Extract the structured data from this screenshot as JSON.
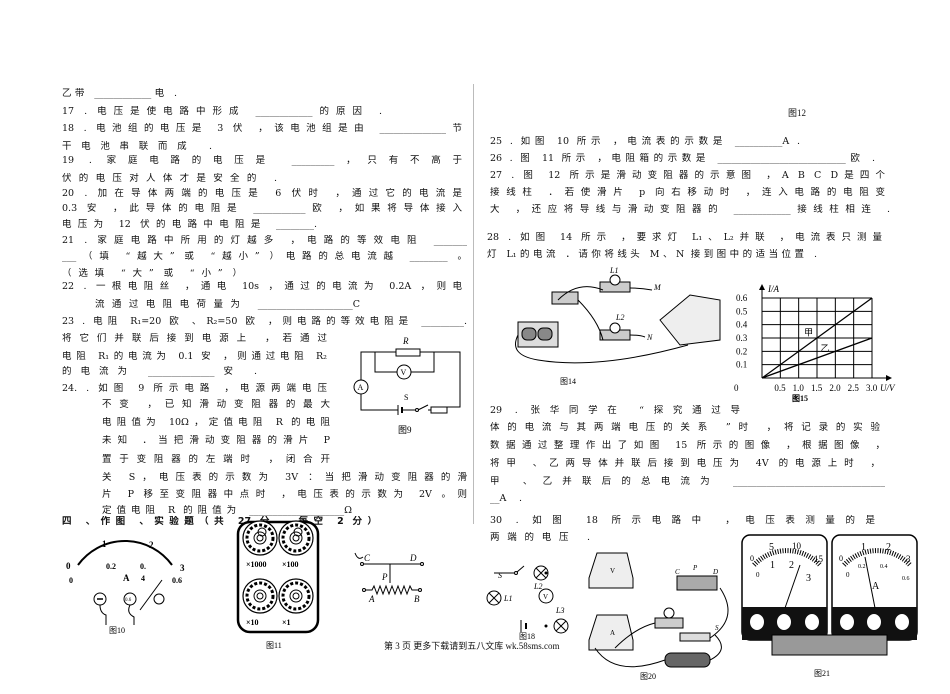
{
  "left": {
    "lines": [
      "乙带 ____________电 .",
      "17 . 电压是使电路中形成 ____________的原因 .",
      "18 . 电池组的电压是 3 伏 ，该电池组是由 ______________节",
      "干电池串联而成 .",
      "19 . 家庭电路的电压是 _________，只有不高于",
      "伏的电压对人体才是安全的 .",
      "20 . 加在导体两端的电压是 6 伏时 ，通过它的电流是",
      "0.3 安 ，此导体的电阻是 ___________欧 ，如果将导体接入",
      "电压为 12 伏的电路中电阻是 ________.",
      "21 . 家庭电路中所用的灯越多 ，电路的等效电阻 _______",
      "___（填 “越大” 或 “越小” ）电路的总电流越 ________ 。",
      "（选填 “大” 或 “小” ）",
      "22 . 一根电阻丝 ，通电 10s ，通过的电流为 0.2A ，则电",
      "流通过电阻电荷量为 ____________________C",
      "23 . 电阻 R₁=20 欧 、R₂=50 欧 ，则电路的等效电阻是 _________.",
      "将它们并联后接到电源上 ，若通过",
      "电阻 R₁的电流为 0.1 安 ，则通过电阻 R₂",
      "的电流为 ______________安 .",
      "24. . 如图 9 所示电路 ，电源两端电压",
      "不变 ，已知滑动变阻器的最大",
      "电阻值为 10Ω，定值电阻 R 的电阻",
      "未知 ．当把滑动变阻器的滑片 P",
      "置于变阻器的左端时 ，闭合开",
      "关 S，电压表的示数为 3V ：当把滑动变阻器的滑",
      "片 P 移至变阻器中点时 ，电压表的示数为 2V 。则",
      "定值电阻 R 的阻值为 ____________________Ω",
      "四 、作图 、实验题（共 27 分 ，每空 2 分）"
    ]
  },
  "right": {
    "lines": [
      "25 . 如图 10 所示 ，电流表的示数是 __________A .",
      "26 . 图 11 所示 ，电阻箱的示数是 ___________________________欧 .",
      "27 . 图 12 所示是滑动变阻器的示意图 ，A B C D是四个",
      "接线柱 ．若使滑片 p 向右移动时 ，连入电路的电阻变",
      "大 ，还应将导线与滑动变阻器的 ____________接线柱相连 .",
      "28 . 如图 14 所示 ，要求灯 L₁、L₂并联 ，电流表只测量",
      "灯 L₁的电流 ．请你将线头 M、N 接到图中的适当位置 .",
      "29 . 张华同学在 “探究通过导",
      "体的电流与其两端电压的关系 ”时 ，将记录的实验",
      "数据通过整理作出了如图 15 所示的图像 ，根据图像 ，",
      "将甲 、乙两导体并联后接到电压为 4V 的电源上时 ，",
      "甲 、乙并联后的总电流为 ________________________________",
      "__A .",
      "30 . 如图 18 所示电路中 ，电压表测量的是",
      "两端的电压 ."
    ]
  },
  "figures": {
    "fig9": {
      "caption": "图9",
      "R": "R",
      "A": "A",
      "V": "V",
      "S": "S"
    },
    "fig10": {
      "caption": "图10",
      "top_ticks": [
        "0",
        "1",
        "2",
        "3"
      ],
      "bottom_ticks": [
        "0",
        "0.2",
        "0.",
        "4",
        "0.6"
      ],
      "unit": "A",
      "term_mid": "0.6"
    },
    "fig11": {
      "caption": "图11",
      "dials": [
        "×1000",
        "×100",
        "×10",
        "×1"
      ]
    },
    "fig12": {
      "caption": "图12",
      "C": "C",
      "D": "D",
      "P": "P",
      "A": "A",
      "B": "B"
    },
    "fig14": {
      "caption": "图14",
      "L1": "L1",
      "L2": "L2",
      "M": "M",
      "N": "N"
    },
    "fig15": {
      "caption": "图15",
      "label_jia": "甲",
      "label_yi": "乙"
    },
    "fig18": {
      "caption": "图18",
      "S": "S",
      "L1": "L1",
      "L2": "L2",
      "L3": "L3",
      "V": "V"
    },
    "fig20": {
      "caption": "图20",
      "V": "V",
      "A": "A",
      "C": "C",
      "P": "P",
      "D": "D",
      "S": "S"
    },
    "fig21": {
      "caption": "图21",
      "v_top": [
        "0",
        "5",
        "10",
        "15"
      ],
      "v_bottom": [
        "0",
        "1",
        "2",
        "3"
      ],
      "a_top": [
        "0",
        "1",
        "2",
        "3"
      ],
      "a_bottom": [
        "0",
        "0.2",
        "0.4",
        "0.6"
      ],
      "unit": "A"
    }
  },
  "chart_data": {
    "type": "line",
    "title": "图15",
    "xlabel": "U/V",
    "ylabel": "I/A",
    "x_ticks": [
      "0",
      "0.5",
      "1.0",
      "1.5",
      "2.0",
      "2.5",
      "3.0"
    ],
    "y_ticks": [
      "0.1",
      "0.2",
      "0.3",
      "0.4",
      "0.5",
      "0.6"
    ],
    "xlim": [
      0,
      3.0
    ],
    "ylim": [
      0,
      0.6
    ],
    "grid": true,
    "series": [
      {
        "name": "甲",
        "x": [
          0,
          3.0
        ],
        "y": [
          0,
          0.6
        ]
      },
      {
        "name": "乙",
        "x": [
          0,
          3.0
        ],
        "y": [
          0,
          0.3
        ]
      }
    ]
  },
  "footer": "第 3 页 更多下载请到五八文库 wk.58sms.com"
}
